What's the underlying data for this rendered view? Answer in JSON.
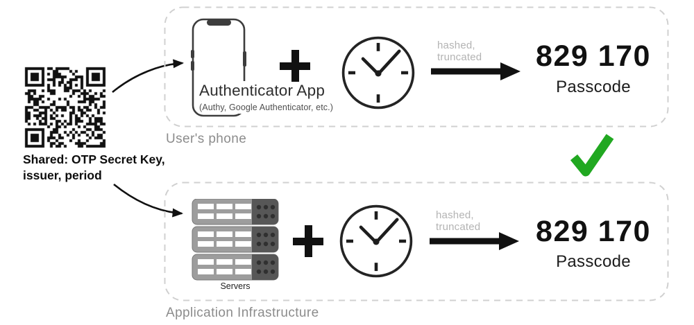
{
  "qr": {
    "caption": "Shared: OTP Secret Key,\nissuer, period"
  },
  "phone_flow": {
    "box_label": "User's phone",
    "app_title": "Authenticator App",
    "app_subtitle": "(Authy, Google Authenticator, etc.)",
    "process_label": "hashed,\ntruncated",
    "passcode_value": "829 170",
    "passcode_label": "Passcode"
  },
  "server_flow": {
    "box_label": "Application Infrastructure",
    "servers_label": "Servers",
    "process_label": "hashed,\ntruncated",
    "passcode_value": "829 170",
    "passcode_label": "Passcode"
  },
  "icons": {
    "qr": "qr-code-icon",
    "phone": "smartphone-icon",
    "plus": "plus-icon",
    "clock": "clock-icon",
    "arrow": "arrow-right-icon",
    "check": "check-mark-icon",
    "servers": "server-stack-icon"
  },
  "colors": {
    "check_green": "#21a821",
    "dashed_border": "#d0d0d0",
    "muted_label": "#8c8c8c",
    "faint_label": "#b3b3b3",
    "ink": "#111111",
    "server_body": "#9d9d9d",
    "server_panel": "#575757"
  }
}
